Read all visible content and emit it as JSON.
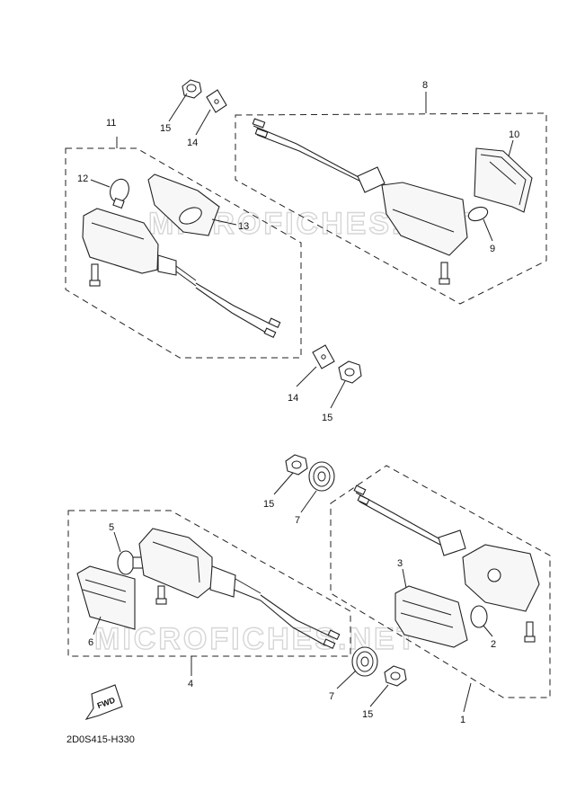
{
  "diagram": {
    "code": "2D0S415-H330",
    "watermark": "MICROFICHES.NET",
    "fwd_label": "FWD",
    "labels": {
      "l1": "1",
      "l2": "2",
      "l3": "3",
      "l4": "4",
      "l5": "5",
      "l6": "6",
      "l7a": "7",
      "l7b": "7",
      "l8": "8",
      "l9": "9",
      "l10": "10",
      "l11": "11",
      "l12": "12",
      "l13": "13",
      "l14a": "14",
      "l14b": "14",
      "l15a": "15",
      "l15b": "15",
      "l15c": "15",
      "l15d": "15"
    }
  }
}
